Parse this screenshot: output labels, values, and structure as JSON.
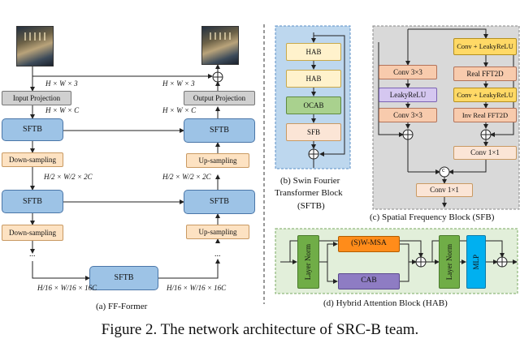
{
  "caption": "Figure 2. The network architecture of SRC-B team.",
  "ffformer": {
    "title": "(a) FF-Former",
    "input_projection": "Input Projection",
    "output_projection": "Output Projection",
    "sftb": "SFTB",
    "down_sampling": "Down-sampling",
    "up_sampling": "Up-sampling",
    "dims_hw3": "H × W × 3",
    "dims_hwc": "H × W × C",
    "dims_half": "H/2 × W/2 × 2C",
    "dims_16": "H/16 × W/16 × 16C",
    "ellipsis": "..."
  },
  "swin_block": {
    "title_line1": "(b) Swin Fourier",
    "title_line2": "Transformer Block",
    "title_line3": "(SFTB)",
    "hab1": "HAB",
    "hab2": "HAB",
    "ocab": "OCAB",
    "sfb": "SFB"
  },
  "sfb_block": {
    "title": "(c) Spatial Frequency Block (SFB)",
    "conv33_a": "Conv 3×3",
    "leakyrelu": "LeakyReLU",
    "conv33_b": "Conv 3×3",
    "conv_leaky_top": "Conv + LeakyReLU",
    "real_fft": "Real FFT2D",
    "conv_leaky_mid": "Conv + LeakyReLU",
    "inv_fft": "Inv Real FFT2D",
    "conv11_a": "Conv 1×1",
    "conv11_b": "Conv 1×1",
    "concat": "c"
  },
  "hab_block": {
    "title": "(d) Hybrid Attention Block (HAB)",
    "layer_norm_1": "Layer Norm",
    "swmsa": "(S)W-MSA",
    "cab": "CAB",
    "layer_norm_2": "Layer Norm",
    "mlp": "MLP"
  },
  "colors": {
    "sftb_blue": "#9dc3e6",
    "orange": "#fde2c2",
    "grey_bg": "#d9d9d9",
    "green_bg": "#e2efda",
    "blue_bg": "#bdd7ee"
  }
}
